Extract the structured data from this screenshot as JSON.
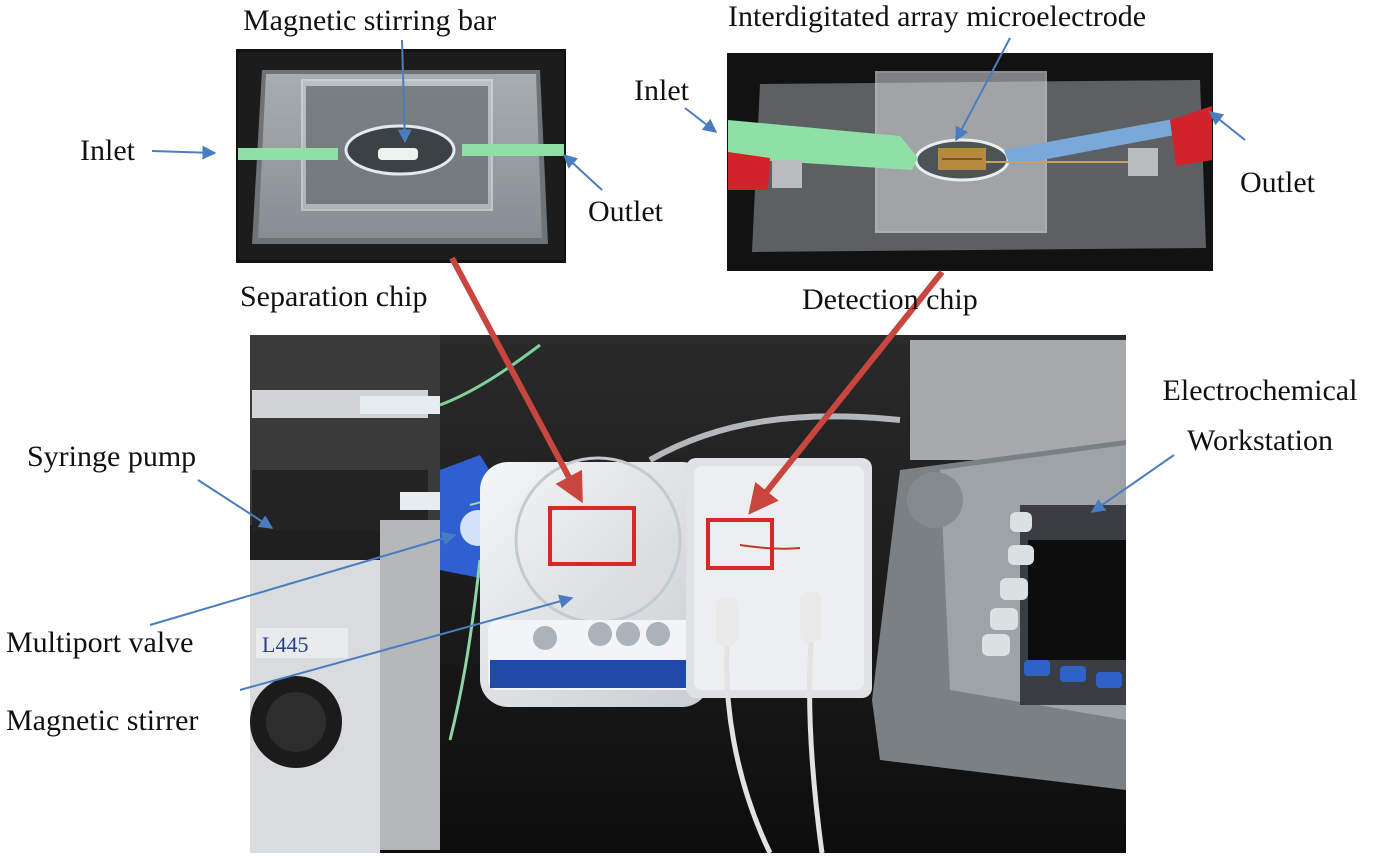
{
  "labels": {
    "magnetic_stirring_bar": "Magnetic stirring bar",
    "inlet_left": "Inlet",
    "outlet_left": "Outlet",
    "separation_chip": "Separation chip",
    "interdigitated": "Interdigitated array microelectrode",
    "inlet_right": "Inlet",
    "outlet_right": "Outlet",
    "detection_chip": "Detection chip",
    "syringe_pump": "Syringe pump",
    "multiport_valve": "Multiport valve",
    "magnetic_stirrer": "Magnetic stirrer",
    "electrochemical_line1": "Electrochemical",
    "electrochemical_line2": "Workstation"
  },
  "device_text": {
    "pump_tag": "L445"
  },
  "colors": {
    "arrow_blue": "#4a7dbf",
    "arrow_red": "#c9463f",
    "highlight_box": "#d9282a",
    "tube_green": "#8fe0a6",
    "tube_blue": "#7aa8d8",
    "clip_red": "#d2232a"
  },
  "icons": {
    "label_pointer": "arrow-icon",
    "chip_link": "red-arrow-icon"
  }
}
